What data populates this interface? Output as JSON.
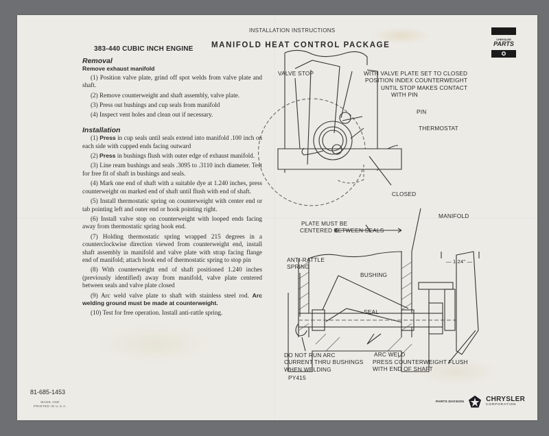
{
  "header": {
    "subtitle": "INSTALLATION INSTRUCTIONS",
    "engine": "383-440 CUBIC INCH ENGINE",
    "title": "MANIFOLD HEAT CONTROL PACKAGE"
  },
  "brand_badge": {
    "small_text": "CHRYSLER",
    "big_text": "PARTS",
    "star": "✪"
  },
  "removal": {
    "heading": "Removal",
    "subheading": "Remove exhaust manifold",
    "steps": [
      "(1) Position valve plate, grind off spot welds from valve plate and shaft.",
      "(2) Remove counterweight and shaft assembly, valve plate.",
      "(3) Press out bushings and cup seals from manifold",
      "(4) Inspect vent holes and clean out if necessary."
    ]
  },
  "installation": {
    "heading": "Installation",
    "steps": [
      {
        "num": "(1)",
        "bold": "Press",
        "text": " in cup seals until seals extend into manifold .100 inch on each side with cupped ends facing outward"
      },
      {
        "num": "(2)",
        "bold": "Press",
        "text": " in bushings flush with outer edge of exhaust manifold."
      },
      {
        "num": "(3)",
        "bold": "",
        "text": " Line ream bushings and seals .3095 to .3110 inch diameter. Test for free fit of shaft in bushings and seals."
      },
      {
        "num": "(4)",
        "bold": "",
        "text": " Mark one end of shaft with a suitable dye at 1.240 inches, press counterweight on marked end of shaft until flush with end of shaft."
      },
      {
        "num": "(5)",
        "bold": "",
        "text": " Install thermostatic spring on counterweight with center end or tab pointing left and outer end or hook pointing right."
      },
      {
        "num": "(6)",
        "bold": "",
        "text": " Install valve stop on counterweight with looped ends facing away from thermostatic spring hook end."
      },
      {
        "num": "(7)",
        "bold": "",
        "text": " Holding thermostatic spring wrapped 215 degrees in a counterclockwise direction viewed from counterweight end, install shaft assembly in manifold and valve plate with strap facing flange end of manifold; attach hook end of thermostatic spring to stop pin"
      },
      {
        "num": "(8)",
        "bold": "",
        "text": " With counterweight end of shaft positioned 1.240 inches (previously identified) away from manifold, valve plate centered between seals and valve plate closed"
      },
      {
        "num": "(9)",
        "bold": "",
        "text": " Arc weld valve plate to shaft with stainless steel rod. ",
        "bold_tail": "Arc welding ground must be made at counterweight."
      },
      {
        "num": "(10)",
        "bold": "",
        "text": " Test for free operation. Install anti-rattle spring."
      }
    ]
  },
  "part_number": "81-685-1453",
  "made_in": [
    "MADE AND",
    "PRINTED IN U.S.A."
  ],
  "diagram_top": {
    "labels": {
      "valve_stop": "VALVE STOP",
      "instruction": [
        "WITH VALVE PLATE SET TO CLOSED",
        "POSITION INDEX COUNTERWEIGHT",
        "UNTIL STOP MAKES CONTACT",
        "WITH PIN"
      ],
      "pin": "PIN",
      "thermostat": "THERMOSTAT",
      "closed": "CLOSED"
    }
  },
  "diagram_bottom": {
    "labels": {
      "plate_centered": [
        "PLATE MUST BE",
        "CENTERED BETWEEN SEALS"
      ],
      "manifold": "MANIFOLD",
      "anti_rattle": [
        "ANTI-RATTLE",
        "SPRING"
      ],
      "dimension": "1.24\"",
      "bushing": "BUSHING",
      "seal": "SEAL",
      "no_arc": [
        "DO NOT RUN ARC",
        "CURRENT THRU BUSHINGS",
        "WHEN WELDING"
      ],
      "code": "PY415",
      "arc_weld": "ARC WELD",
      "press_cw": [
        "PRESS COUNTERWEIGHT FLUSH",
        "WITH END OF SHAFT"
      ]
    }
  },
  "footer": {
    "division": "PARTS DIVISION",
    "company": "CHRYSLER",
    "company_sub": "CORPORATION"
  },
  "colors": {
    "background": "#6d6f72",
    "paper": "#ecebe6",
    "ink": "#2b2a2a"
  }
}
